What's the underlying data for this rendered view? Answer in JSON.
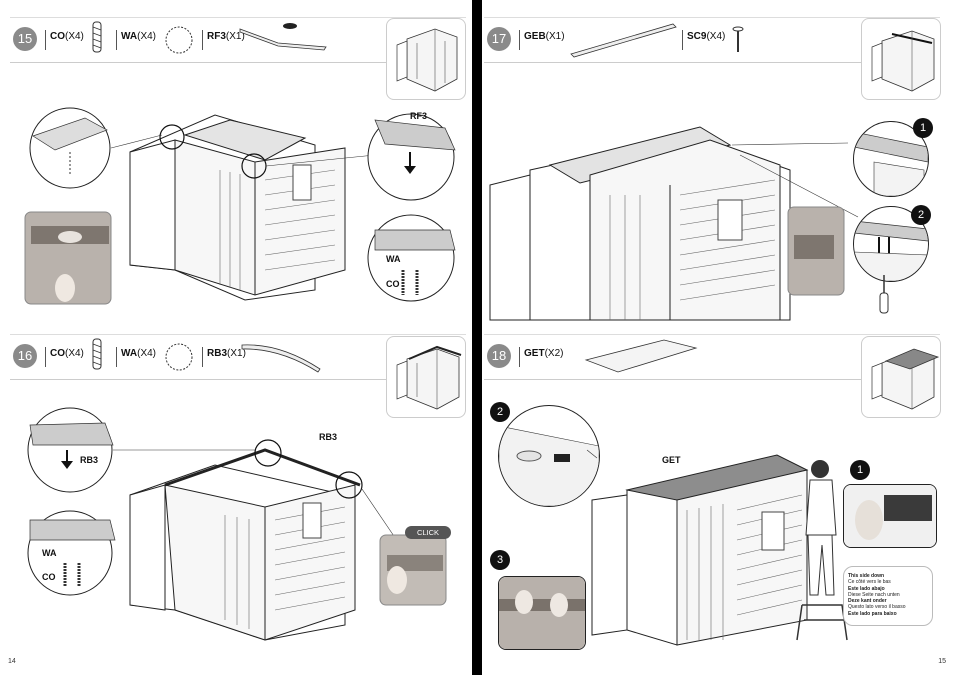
{
  "steps": {
    "s15": {
      "num": "15",
      "parts": [
        {
          "code": "CO",
          "qty": "(X4)"
        },
        {
          "code": "WA",
          "qty": "(X4)"
        },
        {
          "code": "RF3",
          "qty": "(X1)"
        }
      ],
      "callout": "RF3",
      "wa": "WA",
      "co": "CO"
    },
    "s16": {
      "num": "16",
      "parts": [
        {
          "code": "CO",
          "qty": "(X4)"
        },
        {
          "code": "WA",
          "qty": "(X4)"
        },
        {
          "code": "RB3",
          "qty": "(X1)"
        }
      ],
      "callout_top": "RB3",
      "callout_detail": "RB3",
      "wa": "WA",
      "co": "CO",
      "click": "CLICK"
    },
    "s17": {
      "num": "17",
      "parts": [
        {
          "code": "GEB",
          "qty": "(X1)"
        },
        {
          "code": "SC9",
          "qty": "(X4)"
        }
      ],
      "b1": "1",
      "b2": "2"
    },
    "s18": {
      "num": "18",
      "parts": [
        {
          "code": "GET",
          "qty": "(X2)"
        }
      ],
      "callout": "GET",
      "b1": "1",
      "b2": "2",
      "b3": "3",
      "note": [
        "This side down",
        "Ce côté vers le bas",
        "Este lado abajo",
        "Diese Seite nach unten",
        "Deze kant onder",
        "Questo lato verso il basso",
        "Este lado para baixo"
      ]
    }
  },
  "pages": {
    "left": "14",
    "right": "15"
  }
}
